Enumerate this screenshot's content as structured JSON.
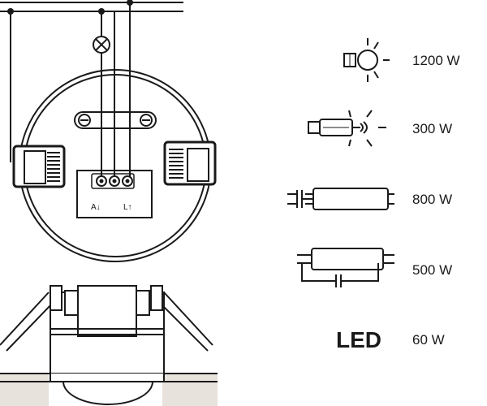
{
  "sensor": {
    "terminal_left_label": "A↓",
    "terminal_right_label": "L↑"
  },
  "loads": [
    {
      "icon": "incandescent-bulb-icon",
      "label": "1200 W"
    },
    {
      "icon": "halogen-lamp-icon",
      "label": "300 W"
    },
    {
      "icon": "fluorescent-tube-icon",
      "label": "800 W"
    },
    {
      "icon": "compact-fluorescent-icon",
      "label": "500 W"
    },
    {
      "icon": "led-icon",
      "label": "60 W",
      "icon_text": "LED"
    }
  ],
  "colors": {
    "line": "#1a1a1a",
    "ground": "#e8e2dc",
    "brown": "#8a6a4e"
  }
}
